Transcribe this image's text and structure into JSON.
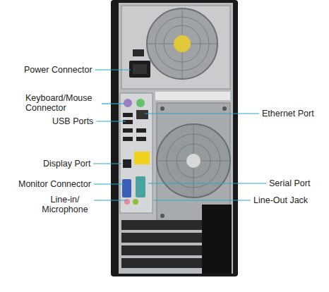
{
  "diagram": {
    "labels": [
      "Power Connector",
      "Keyboard/Mouse Connector",
      "USB Ports",
      "Display Port",
      "Monitor Connector",
      "Line-in/ Microphone",
      "Ethernet Port",
      "Serial Port",
      "Line-Out Jack"
    ]
  }
}
